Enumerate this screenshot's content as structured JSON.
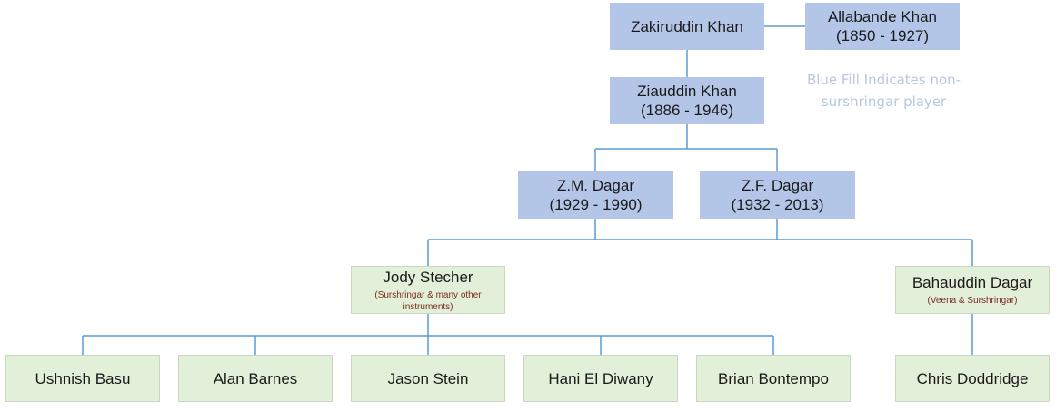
{
  "people": {
    "zakiruddin": {
      "name": "Zakiruddin Khan",
      "years": ""
    },
    "allabande": {
      "name": "Allabande Khan",
      "years": "(1850 - 1927)"
    },
    "ziauddin": {
      "name": "Ziauddin Khan",
      "years": "(1886 - 1946)"
    },
    "zm_dagar": {
      "name": "Z.M. Dagar",
      "years": "(1929 - 1990)"
    },
    "zf_dagar": {
      "name": "Z.F. Dagar",
      "years": "(1932 - 2013)"
    },
    "jody_stecher": {
      "name": "Jody Stecher",
      "note": "(Surshringar & many other instruments)"
    },
    "bahauddin_dagar": {
      "name": "Bahauddin Dagar",
      "note": "(Veena & Surshringar)"
    },
    "ushnish_basu": {
      "name": "Ushnish Basu"
    },
    "alan_barnes": {
      "name": "Alan Barnes"
    },
    "jason_stein": {
      "name": "Jason Stein"
    },
    "hani_el_diwany": {
      "name": "Hani El Diwany"
    },
    "brian_bontempo": {
      "name": "Brian Bontempo"
    },
    "chris_doddridge": {
      "name": "Chris Doddridge"
    }
  },
  "legend": {
    "text": "Blue Fill Indicates non-surshringar player"
  },
  "colors": {
    "blue_fill": "#b4c6e7",
    "green_fill": "#e2efd9",
    "connector": "#5b9bd5",
    "legend_text": "#b8c7e0",
    "note_text": "#7b2c1c"
  }
}
